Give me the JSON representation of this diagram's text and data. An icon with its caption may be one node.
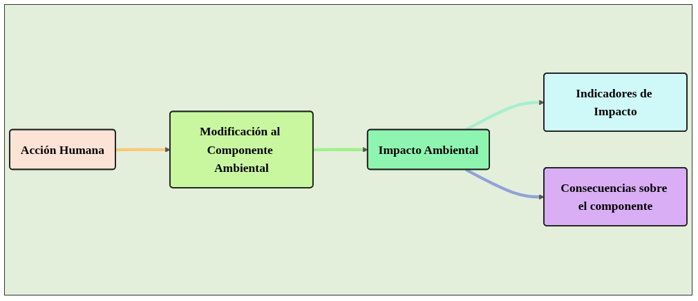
{
  "diagram": {
    "nodes": [
      {
        "text": [
          "Acción Humana"
        ]
      },
      {
        "text": [
          "Modificación al Componente Ambiental"
        ]
      },
      {
        "text": [
          "Impacto Ambiental"
        ]
      },
      {
        "text": [
          "Indicadores de Impacto"
        ]
      },
      {
        "text": [
          "Consecuencias sobre el componente"
        ]
      }
    ],
    "edges": [
      {
        "from": 0,
        "to": 1,
        "arrow": "to",
        "color": "#f8c87a"
      },
      {
        "from": 1,
        "to": 2,
        "arrow": "to",
        "color": "#9ef08a"
      },
      {
        "from": 2,
        "to": 3,
        "arrow": "to",
        "color": "#a8eed0"
      },
      {
        "from": 2,
        "to": 4,
        "arrow": "to",
        "color": "#8fa3d8"
      }
    ]
  }
}
